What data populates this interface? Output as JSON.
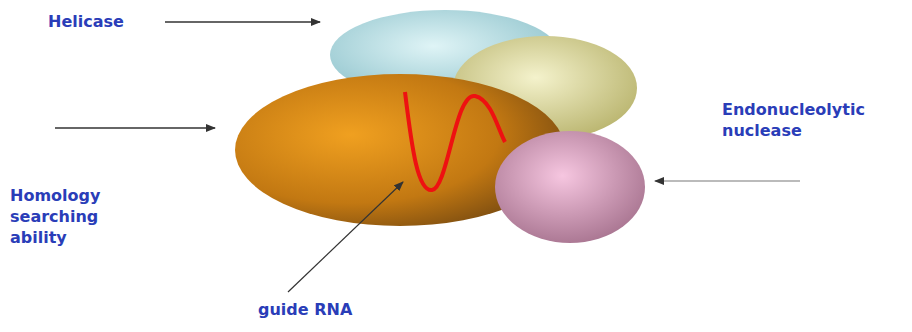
{
  "diagram": {
    "labels": [
      "Helicase",
      "Homology searching ability",
      "Endonucleolytic nuclease",
      "guide RNA"
    ]
  }
}
